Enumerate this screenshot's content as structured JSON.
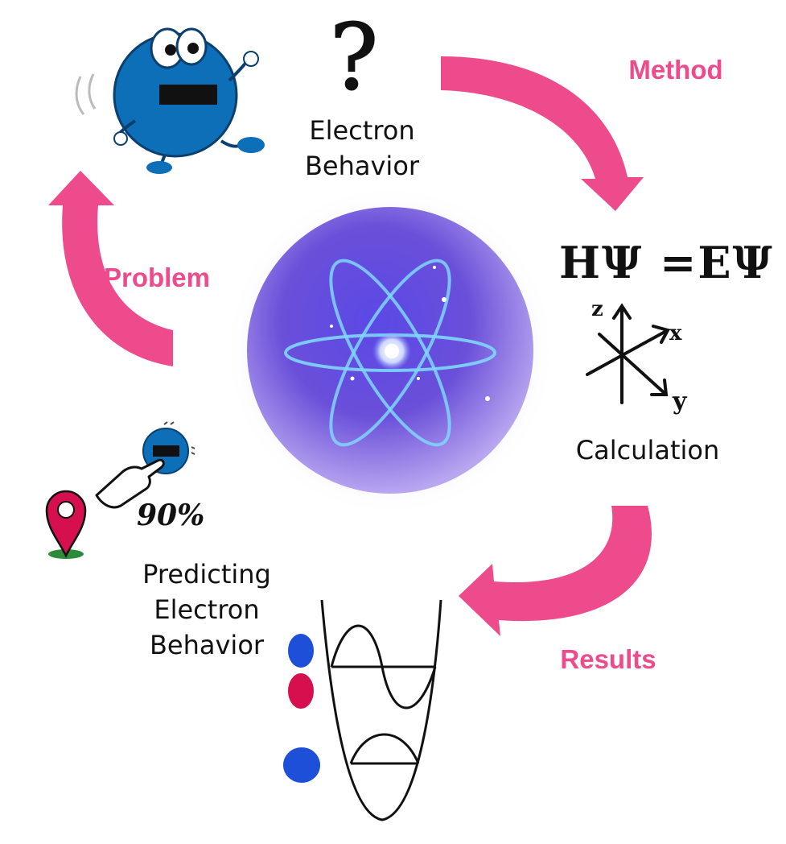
{
  "cycle": {
    "top_label_line1": "Electron",
    "top_label_line2": "Behavior",
    "method_label": "Method",
    "problem_label": "Problem",
    "results_label": "Results",
    "calculation_label": "Calculation",
    "predict_line1": "Predicting",
    "predict_line2": "Electron",
    "predict_line3": "Behavior",
    "question_mark": "?",
    "equation": "HΨ =EΨ",
    "axis_z": "z",
    "axis_x": "x",
    "axis_y": "y",
    "percent": "90%"
  },
  "colors": {
    "accent_pink": "#ee4b8d",
    "electron_blue": "#0d6fb8",
    "orbital_blue": "#1d4fd8",
    "orbital_red": "#d6104f",
    "atom_purple": "#7a5fe0"
  },
  "icons": [
    "electron-character-icon",
    "question-mark-icon",
    "atom-sphere-icon",
    "axes-icon",
    "location-pin-icon",
    "pointing-hand-icon",
    "potential-well-icon"
  ]
}
